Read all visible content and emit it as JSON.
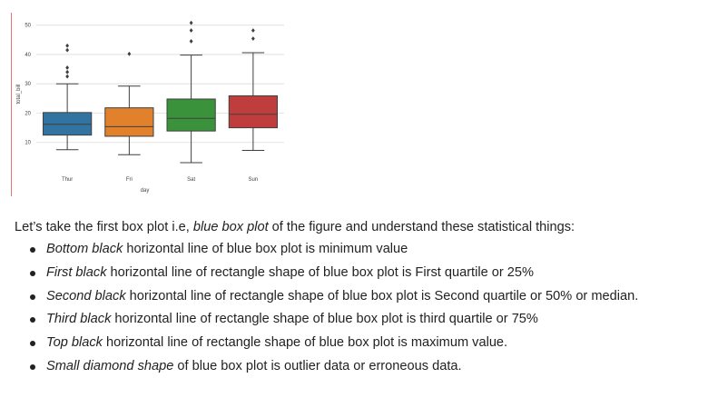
{
  "chart_data": {
    "type": "box",
    "xlabel": "day",
    "ylabel": "total_bill",
    "categories": [
      "Thur",
      "Fri",
      "Sat",
      "Sun"
    ],
    "ylim": [
      0,
      53
    ],
    "yticks": [
      10,
      20,
      30,
      40,
      50
    ],
    "grid": true,
    "colors": [
      "#3274a1",
      "#e1812c",
      "#3a923a",
      "#c03d3e"
    ],
    "boxes": [
      {
        "category": "Thur",
        "min": 7.5,
        "q1": 12.5,
        "median": 16.2,
        "q3": 20.2,
        "max": 30.0,
        "outliers": [
          32.5,
          34.0,
          35.5,
          41.5,
          43.0
        ]
      },
      {
        "category": "Fri",
        "min": 5.8,
        "q1": 12.1,
        "median": 15.4,
        "q3": 21.8,
        "max": 29.2,
        "outliers": [
          40.2
        ]
      },
      {
        "category": "Sat",
        "min": 3.1,
        "q1": 13.9,
        "median": 18.2,
        "q3": 24.8,
        "max": 39.8,
        "outliers": [
          44.5,
          48.2,
          50.8
        ]
      },
      {
        "category": "Sun",
        "min": 7.3,
        "q1": 15.0,
        "median": 19.6,
        "q3": 25.9,
        "max": 40.6,
        "outliers": [
          45.4,
          48.2
        ]
      }
    ]
  },
  "intro": {
    "before": "Let’s take the first box plot i.e, ",
    "emphasis": "blue box plot",
    "after": " of the figure and understand these statistical things:"
  },
  "points": [
    {
      "emphasis": "Bottom black",
      "rest": " horizontal line of blue box plot is minimum value"
    },
    {
      "emphasis": "First black",
      "rest": " horizontal line of rectangle shape of blue box plot is First quartile or 25%"
    },
    {
      "emphasis": "Second black",
      "rest": " horizontal line of rectangle shape of blue box plot is Second quartile or 50% or median."
    },
    {
      "emphasis": "Third black",
      "rest": " horizontal line of rectangle shape of blue box plot is third quartile or 75%"
    },
    {
      "emphasis": "Top black",
      "rest": " horizontal line of rectangle shape of blue box plot is maximum value."
    },
    {
      "emphasis": "Small diamond shape",
      "rest": " of blue box plot is outlier data or erroneous data."
    }
  ]
}
